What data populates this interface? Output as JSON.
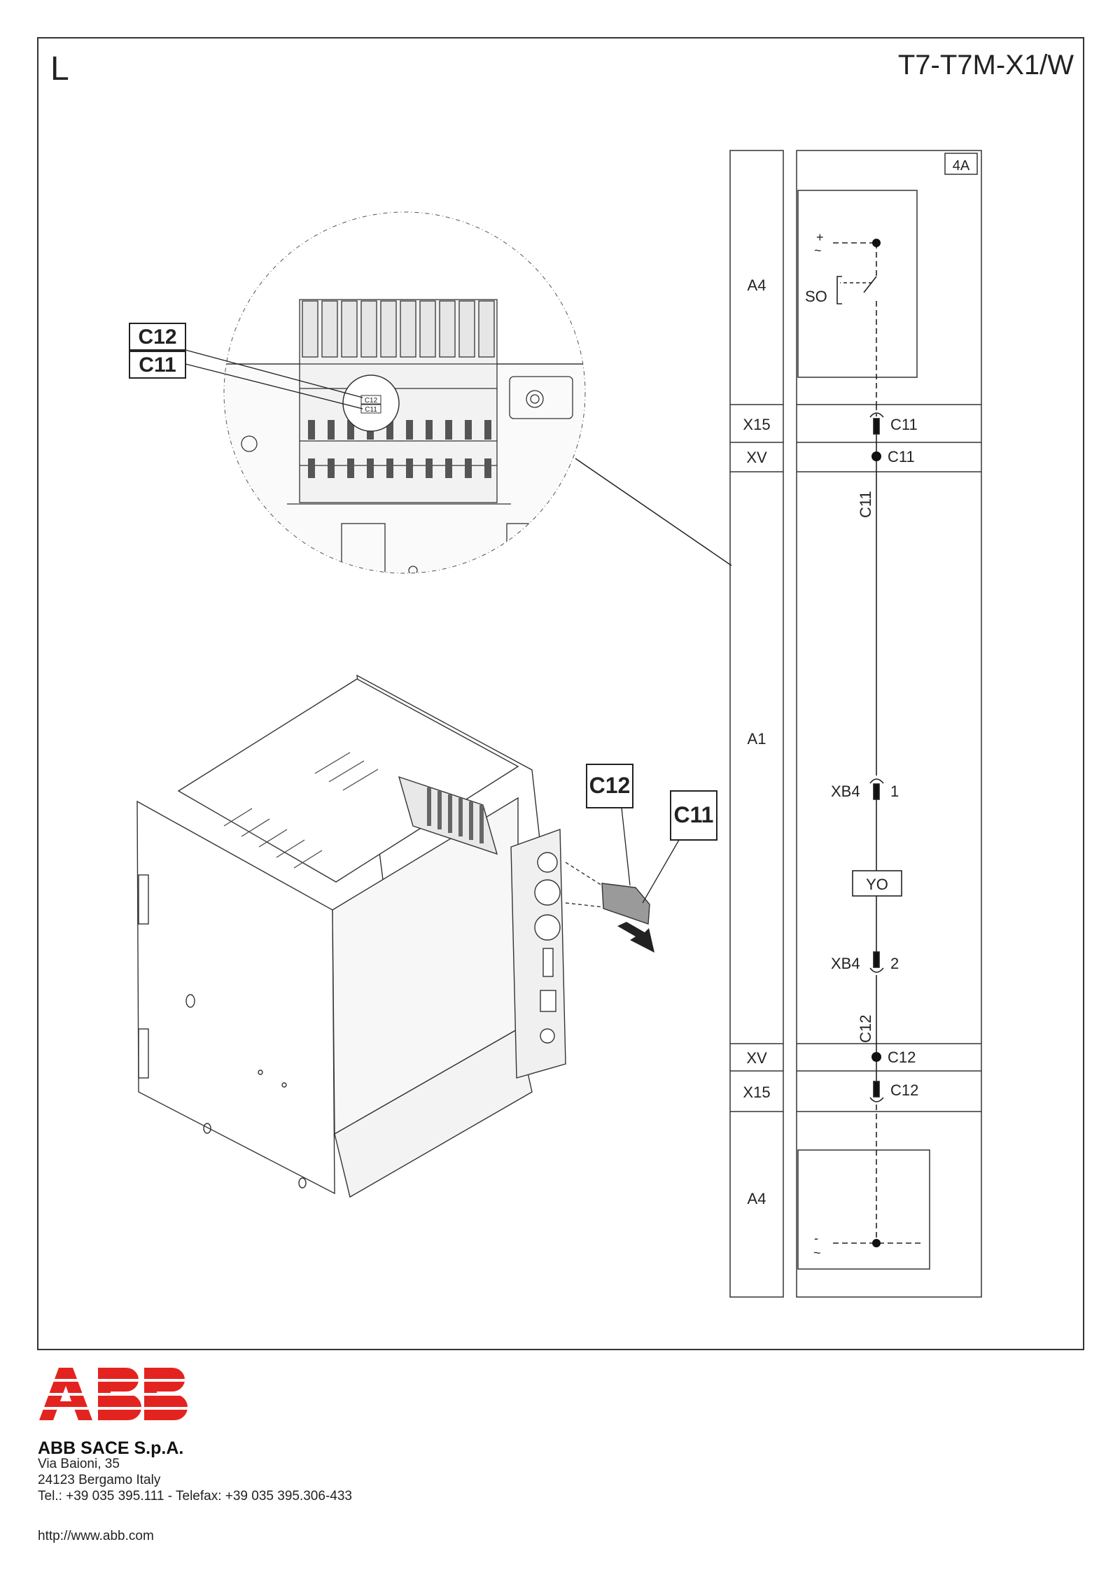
{
  "header": {
    "left_letter": "L",
    "title": "T7-T7M-X1/W"
  },
  "schematic": {
    "sheet_ref": "4A",
    "rows": [
      {
        "label": "A4"
      },
      {
        "label": "X15"
      },
      {
        "label": "XV"
      },
      {
        "label": "A1"
      },
      {
        "label": "XV"
      },
      {
        "label": "X15"
      },
      {
        "label": "A4"
      }
    ],
    "top_plus": "+",
    "top_tilde": "~",
    "bottom_minus": "-",
    "bottom_tilde": "~",
    "so_label": "SO",
    "x15_top_conn": "C11",
    "xv_top_conn": "C11",
    "wire_top": "C11",
    "xb4_label_1": "XB4",
    "xb4_pin_1": "1",
    "yo_label": "YO",
    "xb4_label_2": "XB4",
    "xb4_pin_2": "2",
    "wire_bottom": "C12",
    "xv_bottom_conn": "C12",
    "x15_bottom_conn": "C12"
  },
  "callouts": {
    "detail_top": "C12",
    "detail_bottom": "C11",
    "detail_small_top": "C12",
    "detail_small_bottom": "C11",
    "part_left": "C12",
    "part_right": "C11"
  },
  "footer": {
    "logo_text": "ABB",
    "brand_color": "#e3231f",
    "company": "ABB SACE S.p.A.",
    "address_line1": "Via Baioni, 35",
    "address_line2": "24123 Bergamo Italy",
    "phone": "Tel.: +39 035 395.111 - Telefax: +39 035 395.306-433",
    "website": "http://www.abb.com"
  }
}
